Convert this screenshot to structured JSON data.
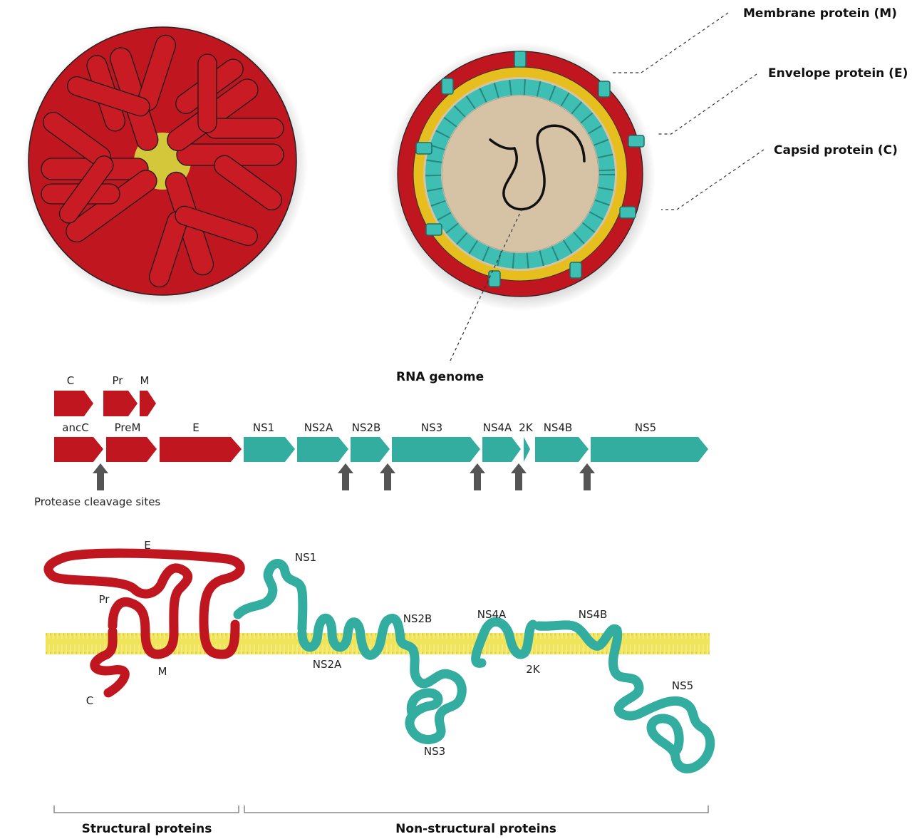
{
  "colors": {
    "structural": "#c0161f",
    "nonstructural": "#33ad9f",
    "membrane": "#f0e45a",
    "lipid_layer": "#e6be1e",
    "capsid": "#3fbfb4",
    "interior": "#d6c3a6",
    "arrow": "#555555"
  },
  "virion_labels": {
    "membrane_protein": "Membrane protein (M)",
    "envelope_protein": "Envelope protein (E)",
    "capsid_protein": "Capsid protein (C)",
    "rna_genome": "RNA genome"
  },
  "genome_map": {
    "top_row": [
      "C",
      "Pr",
      "M"
    ],
    "main_row": [
      "ancC",
      "PreM",
      "E",
      "NS1",
      "NS2A",
      "NS2B",
      "NS3",
      "NS4A",
      "2K",
      "NS4B",
      "NS5"
    ],
    "cleavage_label": "Protease cleavage sites"
  },
  "membrane_topology": {
    "labels": {
      "E": "E",
      "Pr": "Pr",
      "M": "M",
      "C": "C",
      "NS1": "NS1",
      "NS2A": "NS2A",
      "NS2B": "NS2B",
      "NS3": "NS3",
      "NS4A": "NS4A",
      "2K": "2K",
      "NS4B": "NS4B",
      "NS5": "NS5"
    }
  },
  "groups": {
    "structural": "Structural proteins",
    "nonstructural": "Non-structural proteins"
  }
}
